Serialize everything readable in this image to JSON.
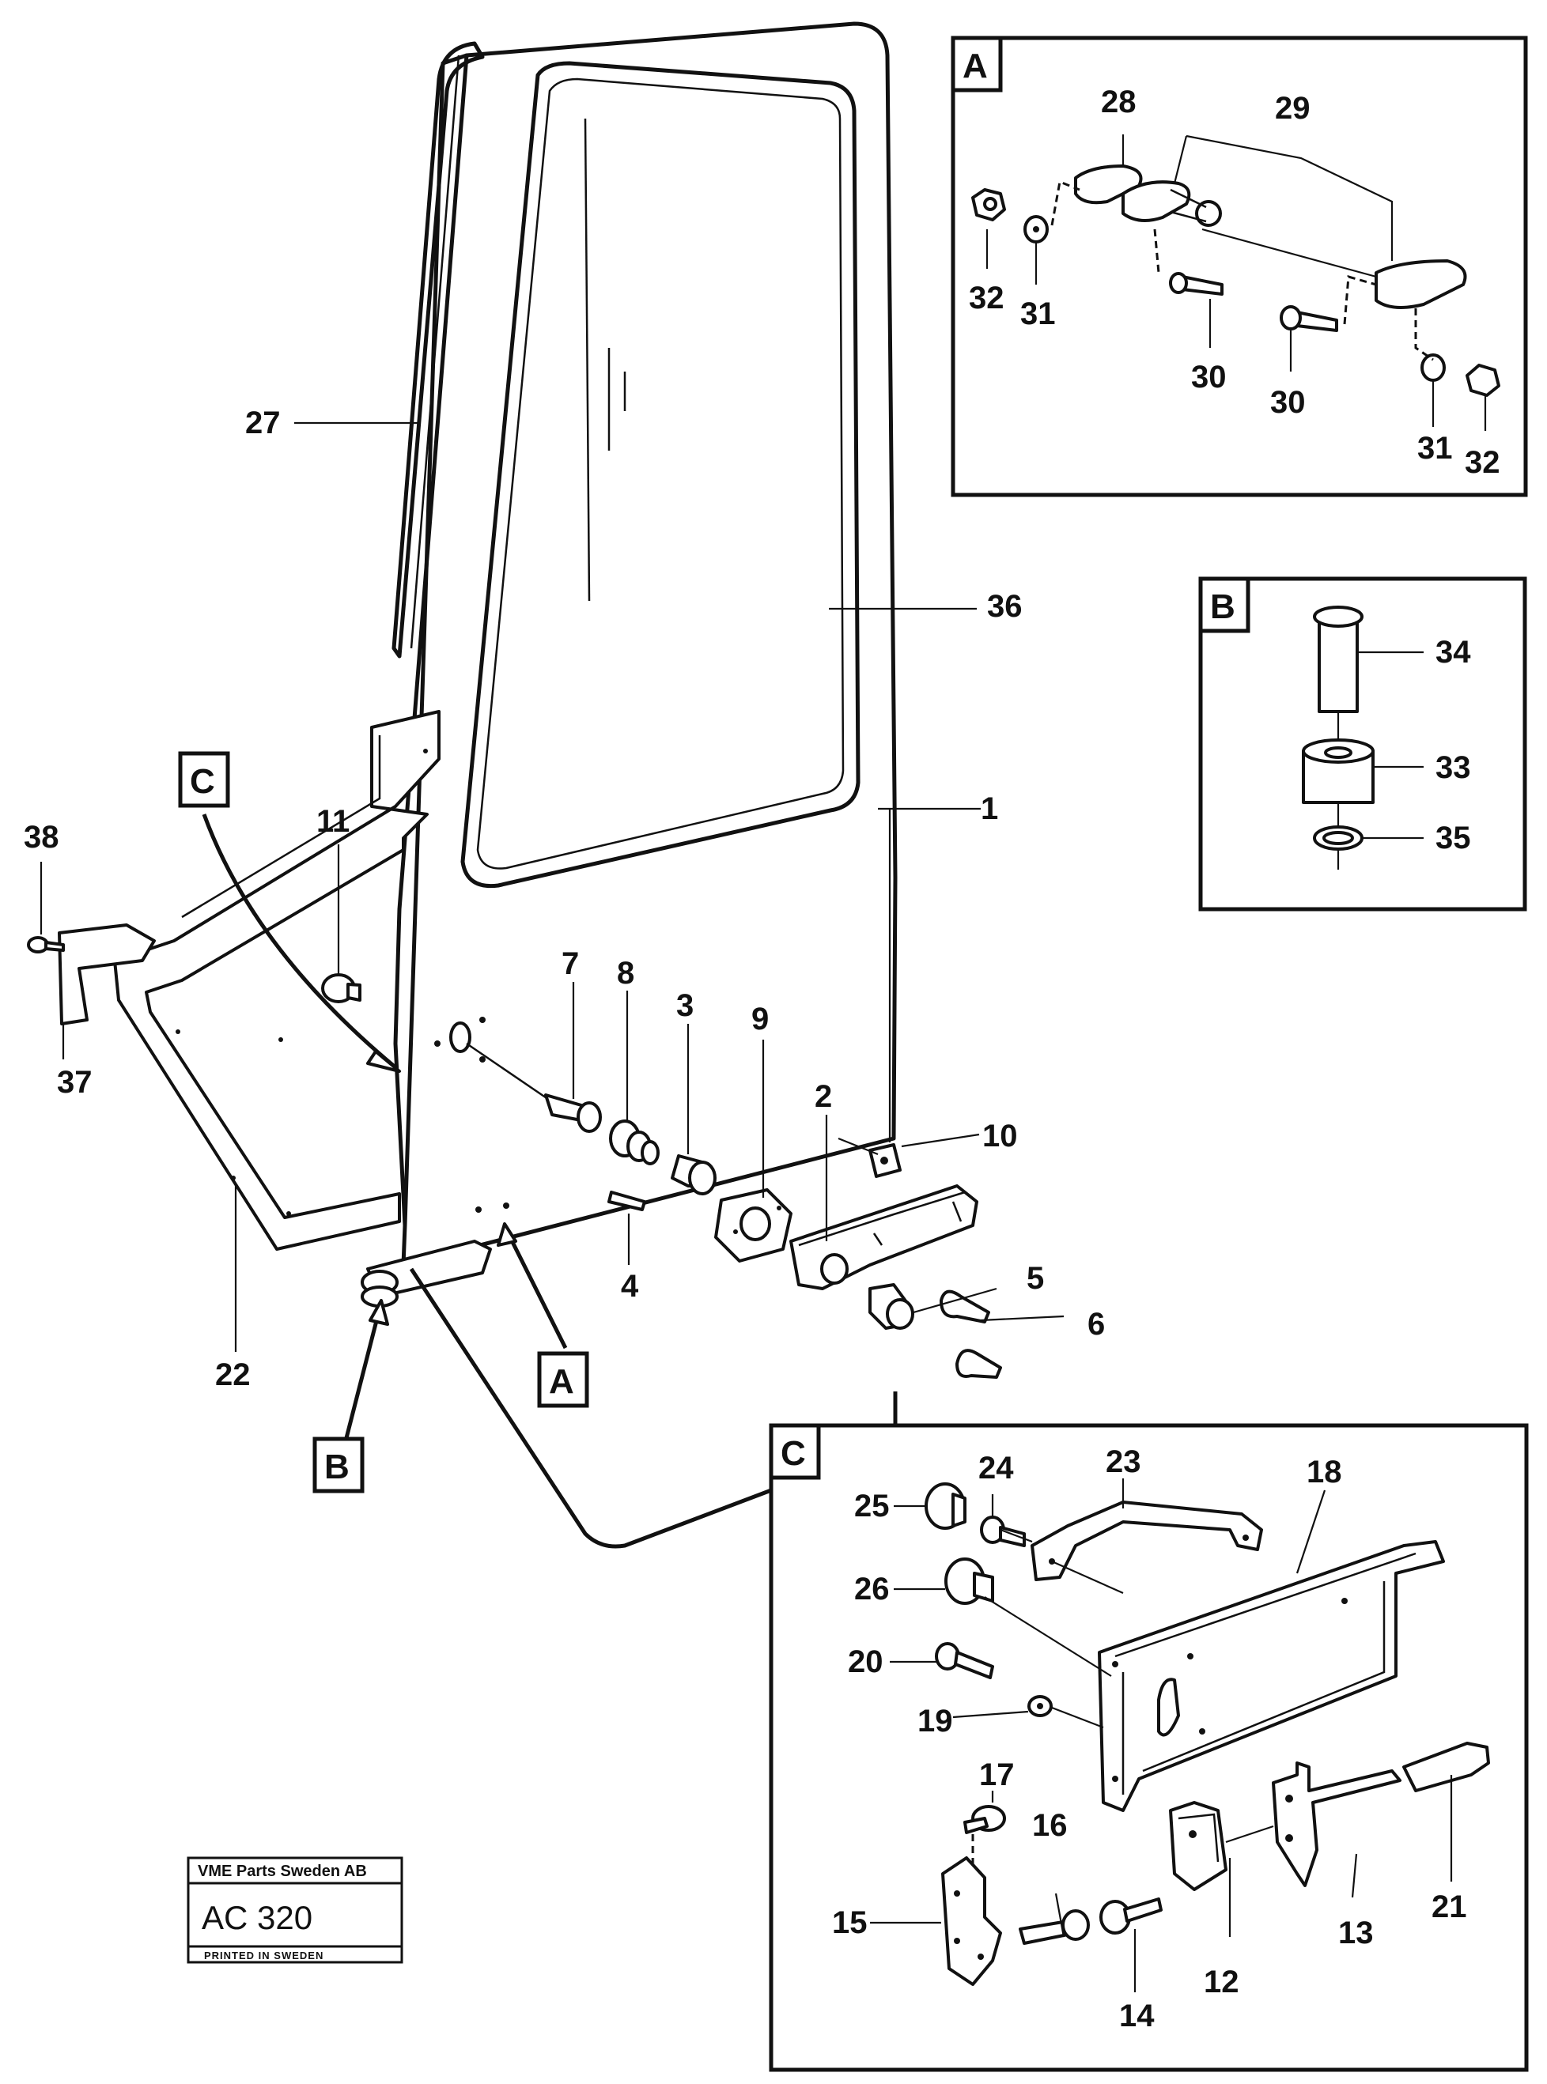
{
  "details": [
    {
      "id": "A",
      "label": "A"
    },
    {
      "id": "B",
      "label": "B"
    },
    {
      "id": "C",
      "label": "C"
    }
  ],
  "callouts": {
    "A_main": "A",
    "B_main": "B",
    "C_main": "C"
  },
  "parts": {
    "p1": "1",
    "p2": "2",
    "p3": "3",
    "p4": "4",
    "p5": "5",
    "p6": "6",
    "p7": "7",
    "p8": "8",
    "p9": "9",
    "p10": "10",
    "p11": "11",
    "p12": "12",
    "p13": "13",
    "p14": "14",
    "p15": "15",
    "p16": "16",
    "p17": "17",
    "p18": "18",
    "p19": "19",
    "p20": "20",
    "p21": "21",
    "p22": "22",
    "p23": "23",
    "p24": "24",
    "p25": "25",
    "p26": "26",
    "p27": "27",
    "p28": "28",
    "p29": "29",
    "p30a": "30",
    "p30b": "30",
    "p31a": "31",
    "p31b": "31",
    "p32a": "32",
    "p32b": "32",
    "p33": "33",
    "p34": "34",
    "p35": "35",
    "p36": "36",
    "p37": "37",
    "p38": "38"
  },
  "stamp": {
    "company": "VME Parts Sweden AB",
    "code": "AC 320",
    "printed": "PRINTED IN SWEDEN"
  }
}
